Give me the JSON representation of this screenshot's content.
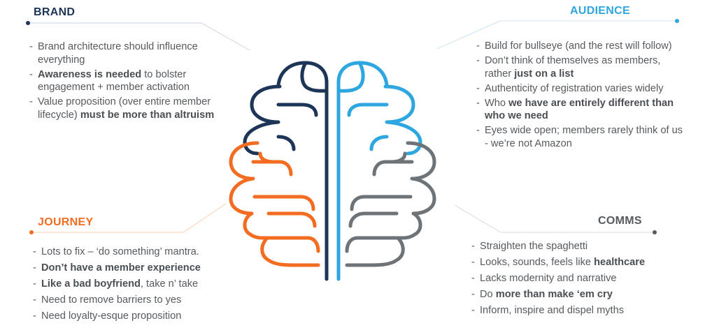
{
  "colors": {
    "navy": "#1d3557",
    "sky": "#2ea6e0",
    "orange": "#f26d21",
    "gray": "#6e7378"
  },
  "icon": "brain-icon",
  "brand": {
    "title": "BRAND",
    "items": [
      {
        "pre": "Brand architecture should influence everything",
        "bold": "",
        "post": ""
      },
      {
        "pre": "",
        "bold": "Awareness is needed",
        "post": " to bolster engagement + member activation"
      },
      {
        "pre": "Value proposition (over entire member lifecycle) ",
        "bold": "must be more than altruism",
        "post": ""
      }
    ]
  },
  "audience": {
    "title": "AUDIENCE",
    "items": [
      {
        "pre": "Build for bullseye (and the rest will follow)",
        "bold": "",
        "post": ""
      },
      {
        "pre": "Don’t think of themselves as members, rather ",
        "bold": "just on a list",
        "post": ""
      },
      {
        "pre": "Authenticity of registration varies widely",
        "bold": "",
        "post": ""
      },
      {
        "pre": "Who ",
        "bold": "we have are entirely different than who we need",
        "post": ""
      },
      {
        "pre": "Eyes wide open; members rarely think of us - we’re not Amazon",
        "bold": "",
        "post": ""
      }
    ]
  },
  "journey": {
    "title": "JOURNEY",
    "items": [
      {
        "pre": "Lots to fix – ‘do something’ mantra.",
        "bold": "",
        "post": ""
      },
      {
        "pre": "",
        "bold": "Don’t have a member experience",
        "post": ""
      },
      {
        "pre": "",
        "bold": "Like a bad boyfriend",
        "post": ", take n’ take"
      },
      {
        "pre": "Need to remove barriers to yes",
        "bold": "",
        "post": ""
      },
      {
        "pre": "Need loyalty-esque proposition",
        "bold": "",
        "post": ""
      }
    ]
  },
  "comms": {
    "title": "COMMS",
    "items": [
      {
        "pre": "Straighten the spaghetti",
        "bold": "",
        "post": ""
      },
      {
        "pre": "Looks, sounds, feels like ",
        "bold": "healthcare",
        "post": ""
      },
      {
        "pre": "Lacks modernity and narrative",
        "bold": "",
        "post": ""
      },
      {
        "pre": "Do ",
        "bold": "more than make ‘em cry",
        "post": ""
      },
      {
        "pre": "Inform, inspire and dispel myths",
        "bold": "",
        "post": ""
      }
    ]
  }
}
